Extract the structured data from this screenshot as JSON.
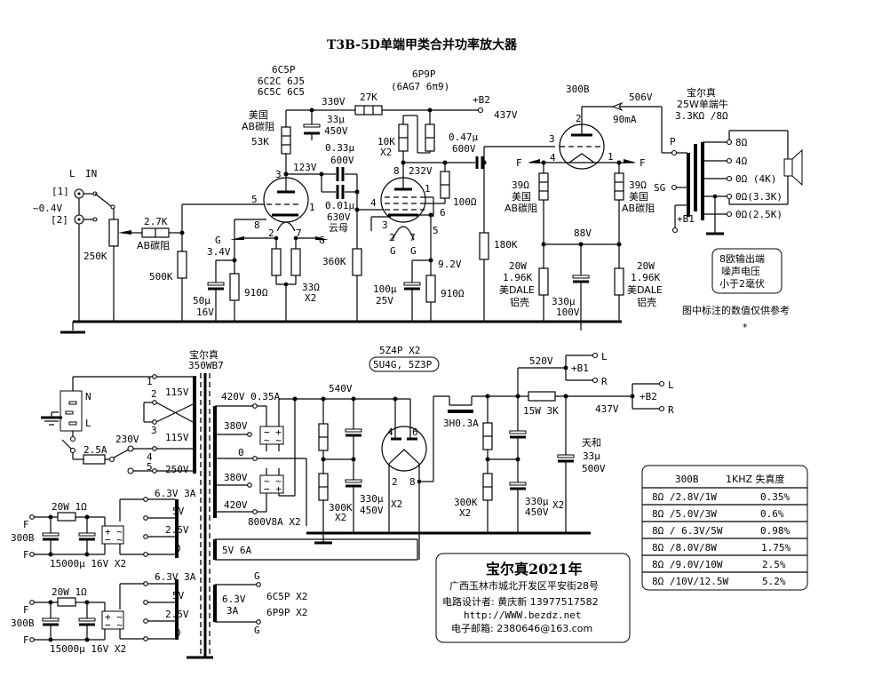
{
  "title": "T3B-5D单端甲类合并功率放大器",
  "input": {
    "channel": "L",
    "label": "IN",
    "jack1": "[1]",
    "jack2": "[2]",
    "level": "~0.4V",
    "volume_pot": "250K",
    "series_res": "2.7K",
    "series_res_type": "AB碳阻",
    "grid_res": "500K"
  },
  "stage1": {
    "tube": "6C5P",
    "equiv_line1": "6C2C  6J5",
    "equiv_line2": "6C5C  6C5",
    "plate_res_note1": "美国",
    "plate_res_note2": "AB碳阻",
    "plate_res": "53K",
    "supply_v": "330V",
    "supply_cap": "33μ",
    "supply_cap_v": "450V",
    "plate_v": "123V",
    "cathode_v": "3.4V",
    "cathode_cap": "50μ",
    "cathode_cap_v": "16V",
    "cathode_res": "910Ω",
    "fil_res": "33Ω",
    "fil_res_qty": "X2",
    "pins": [
      "3",
      "5",
      "1",
      "8",
      "2",
      "7"
    ],
    "g": "G"
  },
  "coupling": {
    "cap1": "0.33μ",
    "cap1_v": "600V",
    "cap2": "0.01μ",
    "cap2_v": "630V",
    "cap2_type": "云母",
    "grid_res": "360K",
    "dropping_res": "27K"
  },
  "stage2": {
    "tube": "6P9P",
    "equiv": "(6AG7  6π9)",
    "plate_res": "10K",
    "plate_res_qty": "X2",
    "plate_v": "232V",
    "screen_res": "100Ω",
    "cathode_v": "9.2V",
    "cathode_cap": "100μ",
    "cathode_cap_v": "25V",
    "cathode_res": "910Ω",
    "out_cap": "0.47μ",
    "out_cap_v": "600V",
    "grid_res": "180K",
    "supply": "+B2",
    "supply_v": "437V",
    "pins": [
      "8",
      "1",
      "4",
      "6",
      "3",
      "5",
      "2",
      "7"
    ],
    "g": "G"
  },
  "output_stage": {
    "tube": "300B",
    "plate_v": "506V",
    "current": "90mA",
    "pins": [
      "2",
      "3",
      "4",
      "1"
    ],
    "fil": "F",
    "fil_res": "39Ω",
    "fil_res_note1": "美国",
    "fil_res_note2": "AB碳阻",
    "cathode_v": "88V",
    "cathode_res_power": "20W",
    "cathode_res": "1.96K",
    "cathode_res_note1": "美DALE",
    "cathode_res_note2": "铝壳",
    "cathode_cap": "330μ",
    "cathode_cap_v": "100V"
  },
  "output_transformer": {
    "brand": "宝尔真",
    "desc": "25W单端牛",
    "ratio": "3.3KΩ /8Ω",
    "p": "P",
    "sg": "SG",
    "b1": "+B1",
    "taps": [
      "8Ω",
      "4Ω",
      "0Ω (4K)",
      "0Ω(3.3K)",
      "0Ω(2.5K)"
    ]
  },
  "noise_note": [
    "8欧输出端",
    "噪声电压",
    "小于2毫伏"
  ],
  "ref_note": "图中标注的数值仅供参考",
  "asterisk": "*",
  "power_transformer": {
    "brand": "宝尔真",
    "model": "350WB7",
    "mains_n": "N",
    "mains_l": "L",
    "fuse": "2.5A",
    "sel_230": "230V",
    "primary_pins": [
      "1",
      "2",
      "3",
      "4",
      "5"
    ],
    "primary_v": [
      "115V",
      "115V",
      "250V"
    ],
    "hv": [
      "420V 0.35A",
      "380V",
      "0",
      "380V",
      "420V"
    ],
    "bridge": "800V8A  X2",
    "rect_5v": "5V 6A",
    "heater_6v3": "6.3V",
    "heater_6v3_a": "3A",
    "heater_tubes": [
      "6C5P  X2",
      "6P9P  X2"
    ],
    "g": "G",
    "fil_supplies": [
      {
        "taps": [
          "6.3V 3A",
          "5V",
          "2.5V",
          "0"
        ],
        "res": "20W 1Ω",
        "cap": "15000μ 16V  X2",
        "tube": "300B",
        "f": "F"
      },
      {
        "taps": [
          "6.3V 3A",
          "5V",
          "2.5V",
          "0"
        ],
        "res": "20W 1Ω",
        "cap": "15000μ 16V  X2",
        "tube": "300B",
        "f": "F"
      }
    ]
  },
  "psu": {
    "rectifier": "5Z4P  X2",
    "rectifier_equiv": "5U4G, 5Z3P",
    "rect_pins": [
      "4",
      "6",
      "2",
      "8"
    ],
    "v1": "540V",
    "bleeder": "300K",
    "bleeder_qty": "X2",
    "cap": "330μ",
    "cap_v": "450V",
    "cap_qty": "X2",
    "choke": "3H0.3A",
    "bleeder2": "300K",
    "bleeder2_qty": "X2",
    "cap2": "330μ",
    "cap2_v": "450V",
    "cap2_qty": "X2",
    "b1_v": "520V",
    "b1": "+B1",
    "drop_res": "15W 3K",
    "b2_v": "437V",
    "b2": "+B2",
    "l": "L",
    "r": "R",
    "final_cap_brand": "天和",
    "final_cap": "33μ",
    "final_cap_v": "500V"
  },
  "distortion_table": {
    "headers": [
      "300B",
      "1KHZ 失真度"
    ],
    "rows": [
      [
        "8Ω /2.8V/1W",
        "0.35%"
      ],
      [
        "8Ω /5.0V/3W",
        "0.6%"
      ],
      [
        "8Ω / 6.3V/5W",
        "0.98%"
      ],
      [
        "8Ω /8.0V/8W",
        "1.75%"
      ],
      [
        "8Ω /9.0V/10W",
        "2.5%"
      ],
      [
        "8Ω /10V/12.5W",
        "5.2%"
      ]
    ]
  },
  "credits": {
    "brand_year": "宝尔真2021年",
    "address": "广西玉林市城北开发区平安街28号",
    "designer": "电路设计者: 黄庆新  13977517582",
    "url": "http://WWW.bezdz.net",
    "email": "电子邮箱: 2380646@163.com"
  }
}
